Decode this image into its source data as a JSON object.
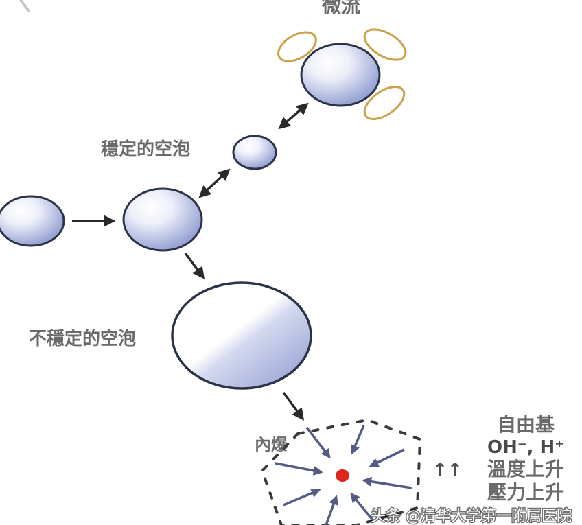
{
  "diagram": {
    "title_micro_flow": "微流",
    "label_stable_bubble": "穩定的空泡",
    "label_unstable_bubble": "不穩定的空泡",
    "label_implosion": "內爆",
    "effects": {
      "free_radicals": "自由基",
      "ions": "OH⁻, H⁺",
      "temperature": "溫度上升",
      "pressure": "壓力上升",
      "up_arrows": "↑↑"
    },
    "watermark": "头条 @清华大学第一附属医院"
  },
  "colors": {
    "bubble_outline": "#2b3447",
    "bubble_fill_light": "#ffffff",
    "bubble_fill_dark": "#8e9bd0",
    "microflow_ring": "#c9a24a",
    "arrow_black": "#2a2a2a",
    "implosion_arrow": "#545c86",
    "implosion_core": "#e0261c"
  }
}
